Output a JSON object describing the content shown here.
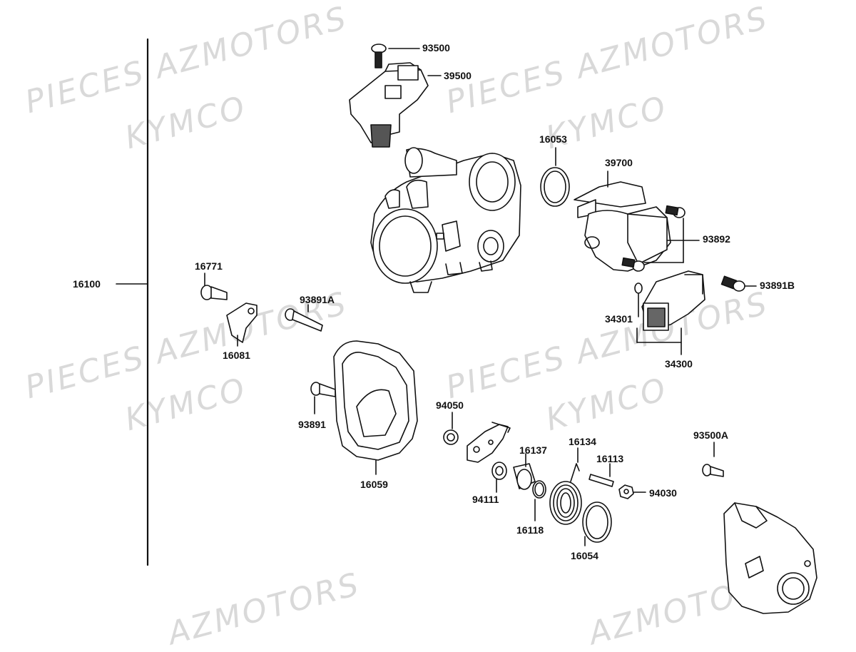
{
  "watermarks": {
    "line1": "PIECES AZMOTORS",
    "line2": "KYMCO",
    "bottom": "AZMOTORS"
  },
  "parts": {
    "p16100": "16100",
    "p93500": "93500",
    "p39500": "39500",
    "p16053": "16053",
    "p39700": "39700",
    "p93892": "93892",
    "p93891B": "93891B",
    "p16771": "16771",
    "p93891A": "93891A",
    "p16081": "16081",
    "p34301": "34301",
    "p34300": "34300",
    "p94050": "94050",
    "p93891": "93891",
    "p16059": "16059",
    "p16134": "16134",
    "p16137": "16137",
    "p16113": "16113",
    "p93500A": "93500A",
    "p94111": "94111",
    "p94030": "94030",
    "p16118": "16118",
    "p16054": "16054"
  }
}
